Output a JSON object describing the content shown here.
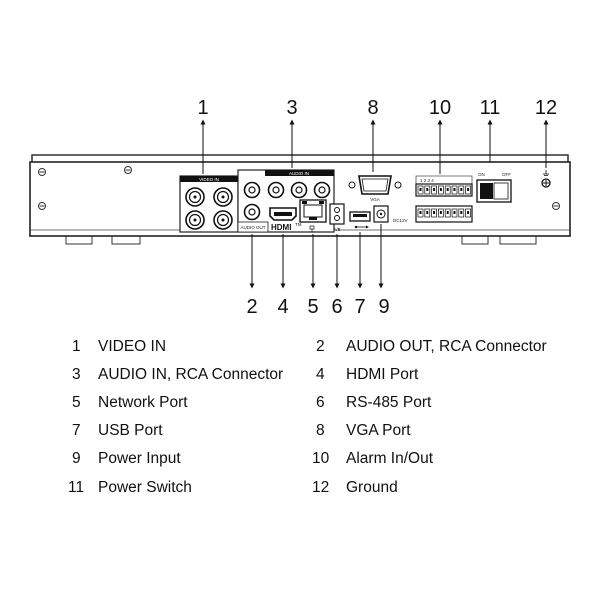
{
  "callouts": {
    "c1": "1",
    "c3": "3",
    "c8": "8",
    "c10": "10",
    "c11": "11",
    "c12": "12",
    "c2": "2",
    "c4": "4",
    "c5": "5",
    "c6": "6",
    "c7": "7",
    "c9": "9"
  },
  "panel_labels": {
    "video_in": "VIDEO IN",
    "audio_in": "AUDIO IN",
    "audio_out": "AUDIO OUT",
    "hdmi": "HDMI",
    "hdmi_tm": "TM",
    "vga": "VGA",
    "rs485": "A/B",
    "power_in": "DC12V",
    "switch_on": "ON",
    "switch_off": "OFF"
  },
  "legend": [
    {
      "num": "1",
      "text": "VIDEO IN"
    },
    {
      "num": "2",
      "text": "AUDIO OUT, RCA Connector"
    },
    {
      "num": "3",
      "text": "AUDIO IN, RCA Connector"
    },
    {
      "num": "4",
      "text": "HDMI Port"
    },
    {
      "num": "5",
      "text": "Network Port"
    },
    {
      "num": "6",
      "text": "RS-485 Port"
    },
    {
      "num": "7",
      "text": "USB Port"
    },
    {
      "num": "8",
      "text": "VGA Port"
    },
    {
      "num": "9",
      "text": "Power Input"
    },
    {
      "num": "10",
      "text": "Alarm In/Out"
    },
    {
      "num": "11",
      "text": "Power Switch"
    },
    {
      "num": "12",
      "text": "Ground"
    }
  ]
}
